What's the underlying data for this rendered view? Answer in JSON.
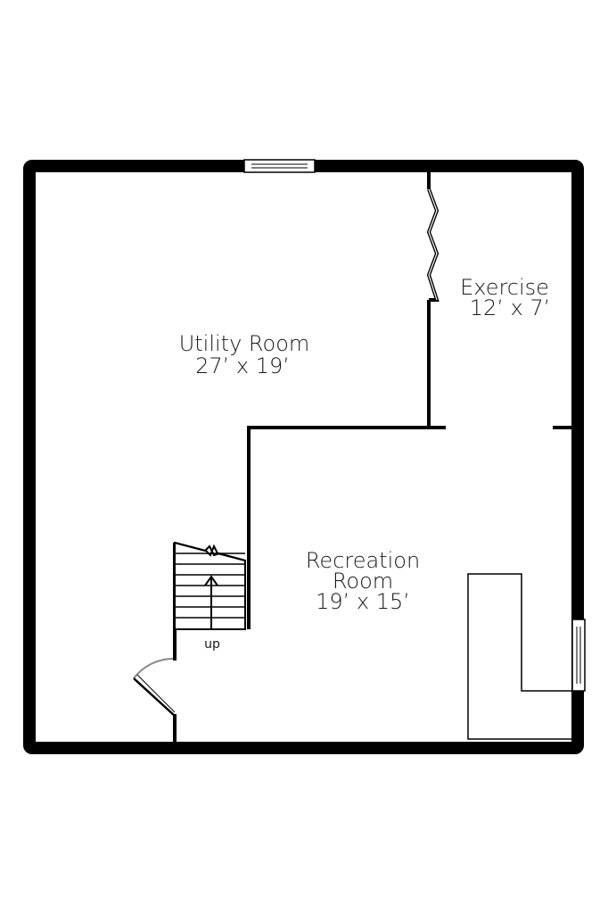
{
  "rooms": {
    "utility": {
      "name": "Utility Room",
      "size": "27’ x 19’"
    },
    "exercise": {
      "name": "Exercise",
      "size": "12’ x 7’"
    },
    "recreation": {
      "name_line1": "Recreation",
      "name_line2": "Room",
      "size": "19’ x 15’"
    }
  },
  "stairs": {
    "label": "up"
  },
  "colors": {
    "wall": "#000000",
    "background": "#ffffff",
    "door_arc": "#888888"
  }
}
